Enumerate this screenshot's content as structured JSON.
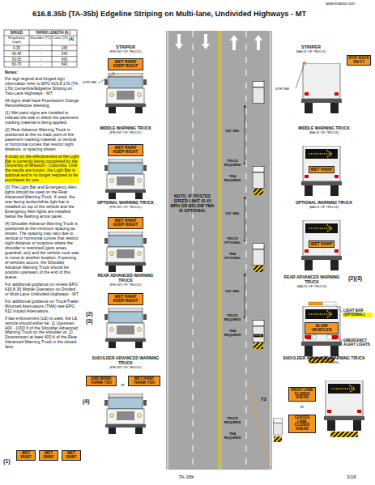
{
  "diagram": {
    "title": "616.8.35b (TA-35b) Edgeline Striping on Multi-lane, Undivided Highways - MT",
    "nodes": [
      {
        "text": [
          "WET PAINT KEEP RIGHT"
        ]
      },
      {
        "text": [
          "STAY BACK 100 FT"
        ]
      },
      {
        "text": [
          "WET PAINT KEEP RIGHT"
        ]
      },
      {
        "text": [
          "WET PAINT"
        ]
      },
      {
        "text": [
          "WET PAINT KEEP RIGHT"
        ]
      },
      {
        "text": [
          "WET PAINT"
        ]
      },
      {
        "text": [
          "WET PAINT KEEP RIGHT"
        ]
      },
      {
        "text": [
          "SLOW VEHICLES"
        ]
      },
      {
        "text": [
          "END WORK THANK YOU"
        ]
      },
      {
        "text": [
          "WET PAINT THANK YOU"
        ]
      },
      {
        "text": [
          "RIGHT LANE CLOSED AHEAD"
        ]
      },
      {
        "text": [
          "CENTER LANE CLOSED AHEAD"
        ]
      },
      {
        "text": [
          "WET PAINT"
        ]
      },
      {
        "text": [
          "WET PAINT"
        ]
      },
      {
        "text": [
          "WET PAINT"
        ]
      }
    ],
    "labels": [
      "www.invarion.com",
      "SPEED",
      "TAPER LENGTH (ft.)",
      "Regulatory (mph)",
      "Shoulder (T1)",
      "Lane (T2)",
      "(4)",
      "0-35",
      "-",
      "245",
      "40-45",
      "-",
      "540",
      "50-55",
      "-",
      "660",
      "60-70",
      "-",
      "840",
      "Notes:",
      "For sign legend and hinged sign information refer to EPG 616.8.17b (TA-17b) Centerline/Edgeline Striping on Two-Lane Highways - MT.",
      "All signs shall have Fluorescent Orange Retroreflective sheeting.",
      "(1) Wet paint signs are installed to indicate the side in which the pavement marking material is being applied.",
      "(2) Rear Advance Warning Truck is positioned at the no track point of the pavement marking material, or vertical or horizontal curves that restrict sight distance, or spacing shown.",
      "A study on the effectiveness of the Light Bar is currently being completed by the University of Missouri - Columbia. Until the results are known, the Light Bar is optional and is no longer required to be purchased for use.",
      "(3) The Light Bar and Emergency Alert lights should be used on the Rear Advanced Warning Truck. If used, the rear facing amber/white light bar is installed on top of the vehicle and the Emergency Alert lights are installed below the flashing arrow panel.",
      "(4) Shoulder Advance Warning Truck is positioned at the minimum spacing as shown. The spacing may vary due to vertical or horizontal curves that restrict sight distance or locations where the shoulder is restricted (gore areas, guardrail, etc) and the vehicle must wait to move to another location. If queuing of vehicles occurs, the Shoulder Advance Warning Truck should be position upstream of the end of this queue.",
      "For additional guidance on review EPG 616.8.35 Mobile Operation on Divided or Multi-Lane Undivided Highways - MT",
      "For additional guidance on Truck/Trailer Mounted Attenuators (TMA) see EPG 612 Impact Attenuators.",
      "If law enforcement (LE) is used, the LE vehicle should either be: 1) Upstream 400 - 1000 ft of the Shoulder Advanced Warning Truck on the shoulder or, 2) Downstream at least 400-ft of the Rear Advanced Warning Truck in the closed lane.",
      "(1)",
      "STRIPER",
      "(FRONT OF TRUCK)",
      "STROBE",
      "MIDDLE WARNING TRUCK",
      "(FRONT OF TRUCK)",
      "OPTIONAL WARNING TRUCK",
      "(FRONT OF TRUCK)",
      "REAR ADVANCED WARNING TRUCK",
      "(FRONT OF TRUCK)",
      "(2)",
      "(3)",
      "SHOULDER ADVANCED WARNING TRUCK",
      "(FRONT OF TRUCK)",
      "(4)",
      "or",
      "150' MIN.",
      "TRUCK REQUIRED",
      "TMA REQUIRED",
      "NOTE: IF POSTED SPEED LIMIT IS 45 MPH OR BELOW TMA IS OPTIONAL",
      "150' MIN.",
      "TRUCK OPTIONAL",
      "TMA OPTIONAL",
      "150' MIN.",
      "TRUCK REQUIRED",
      "TMA REQUIRED",
      "T2",
      "TRUCK REQUIRED",
      "TMA REQUIRED",
      "STRIPER",
      "(BACK OF TRUCK)",
      "STROBE",
      "MIDDLE WARNING TRUCK",
      "(BACK OF TRUCK)",
      "OPTIONAL WARNING TRUCK",
      "(BACK OF TRUCK)",
      "REAR ADVANCED WARNING TRUCK",
      "(BACK OF TRUCK)",
      "(2)(3)",
      "LIGHT BAR",
      "(OPTIONAL)",
      "EMERGENCY ALERT LIGHTS",
      "SHOULDER ADVANCED WARNING TRUCK",
      "(BACK OF TRUCK)",
      "or",
      "TA-35b",
      "3/18"
    ]
  }
}
